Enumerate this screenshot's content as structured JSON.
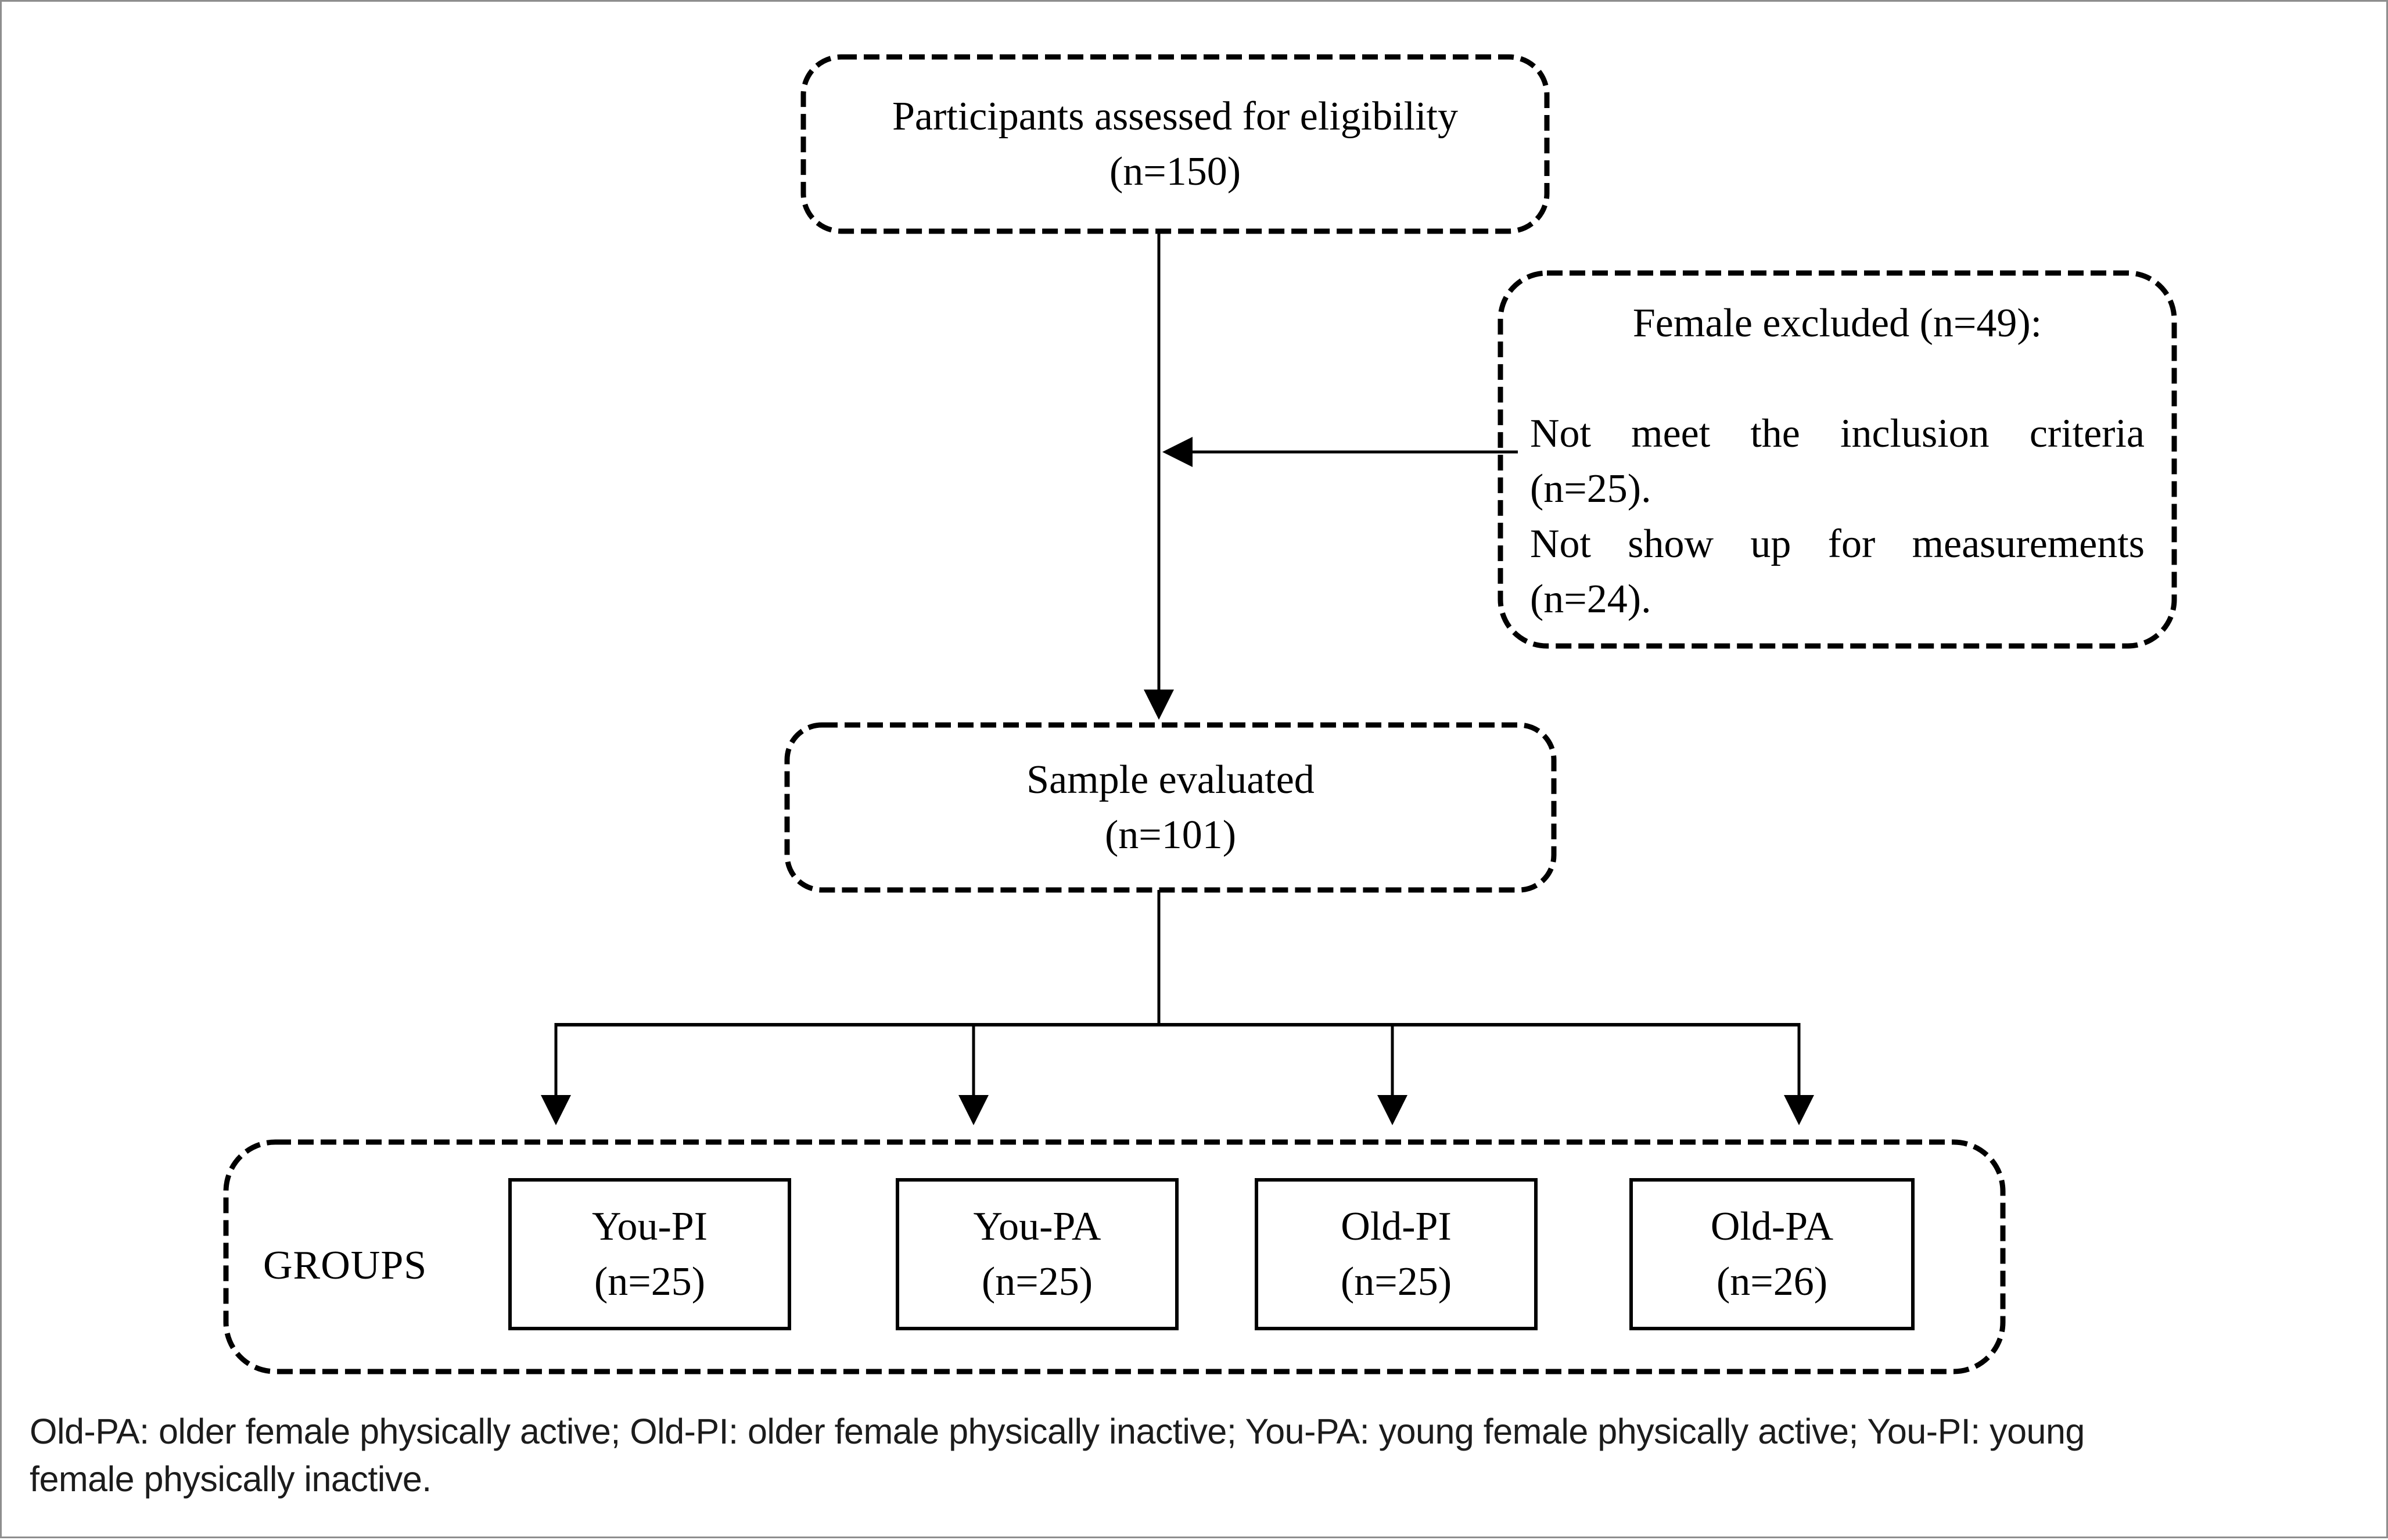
{
  "figure": {
    "eligibility": {
      "line1": "Participants assessed for eligibility",
      "line2": "(n=150)"
    },
    "excluded": {
      "title": "Female excluded (n=49):",
      "items": [
        "Not meet the inclusion criteria (n=25).",
        "Not show up for measurements (n=24)."
      ]
    },
    "sample": {
      "line1": "Sample evaluated",
      "line2": "(n=101)"
    },
    "groups_label": "GROUPS",
    "groups": [
      {
        "name": "You-PI",
        "n": "(n=25)"
      },
      {
        "name": "You-PA",
        "n": "(n=25)"
      },
      {
        "name": "Old-PI",
        "n": "(n=25)"
      },
      {
        "name": "Old-PA",
        "n": "(n=26)"
      }
    ],
    "caption_line1": "Old-PA: older female physically active; Old-PI: older female physically inactive; You-PA: young female physically active; You-PI: young",
    "caption_line2": "female physically inactive."
  },
  "colors": {
    "line": "#000000",
    "frame": "#8e8e8e",
    "background": "#ffffff"
  }
}
